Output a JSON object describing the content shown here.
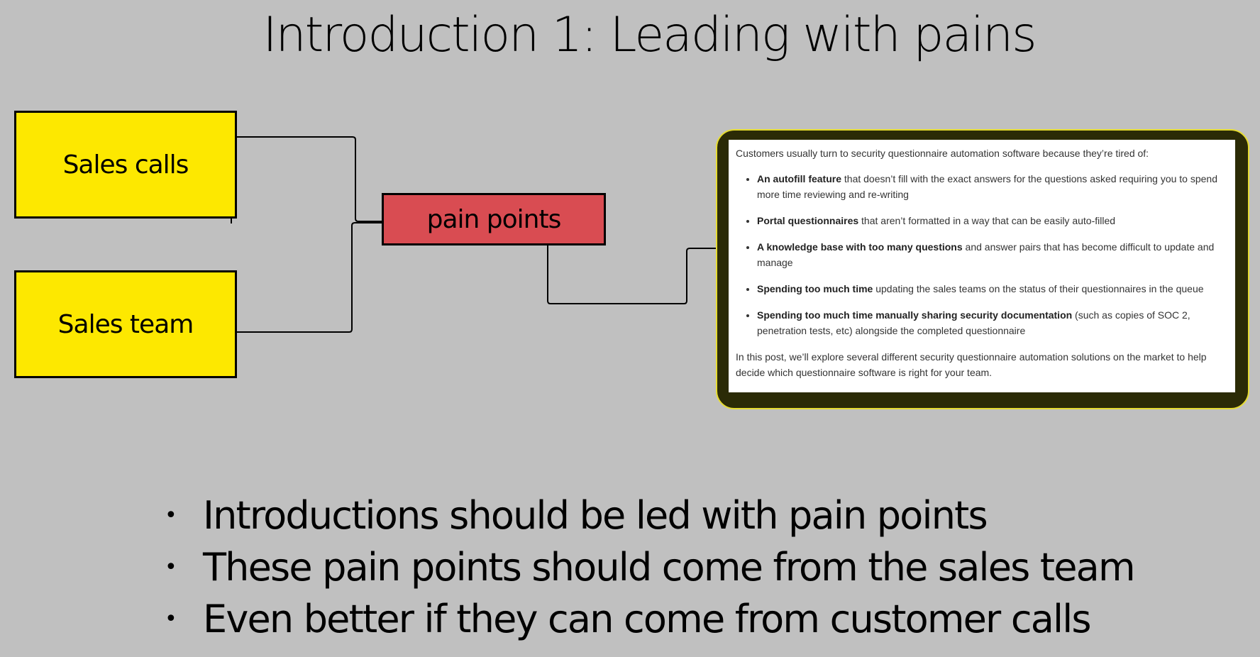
{
  "title": "Introduction 1: Leading with pains",
  "diagram": {
    "nodes": {
      "sales_calls": "Sales calls",
      "sales_team": "Sales team",
      "pain_points": "pain points"
    },
    "colors": {
      "source_box": "#fde800",
      "pain_box": "#d94c52",
      "excerpt_frame": "#2b2b06"
    }
  },
  "excerpt": {
    "intro": "Customers usually turn to security questionnaire automation software because they’re tired of:",
    "items": [
      {
        "bold": "An autofill feature",
        "rest": " that doesn’t fill with the exact answers for the questions asked requiring you to spend more time reviewing and re-writing"
      },
      {
        "bold": "Portal questionnaires",
        "rest": " that aren’t formatted in a way that can be easily auto-filled"
      },
      {
        "bold": "A knowledge base with too many questions",
        "rest": " and answer pairs that has become difficult to update and manage"
      },
      {
        "bold": "Spending too much time",
        "rest": " updating the sales teams on the status of their questionnaires in the queue"
      },
      {
        "bold": "Spending too much time manually sharing security documentation",
        "rest": " (such as copies of SOC 2, penetration tests, etc) alongside the completed questionnaire"
      }
    ],
    "outro": "In this post, we’ll explore several different security questionnaire automation solutions on the market to help decide which questionnaire software is right for your team."
  },
  "bullets": [
    "Introductions should be led with pain points",
    "These pain points should come from the sales team",
    "Even better if they can come from customer calls"
  ]
}
